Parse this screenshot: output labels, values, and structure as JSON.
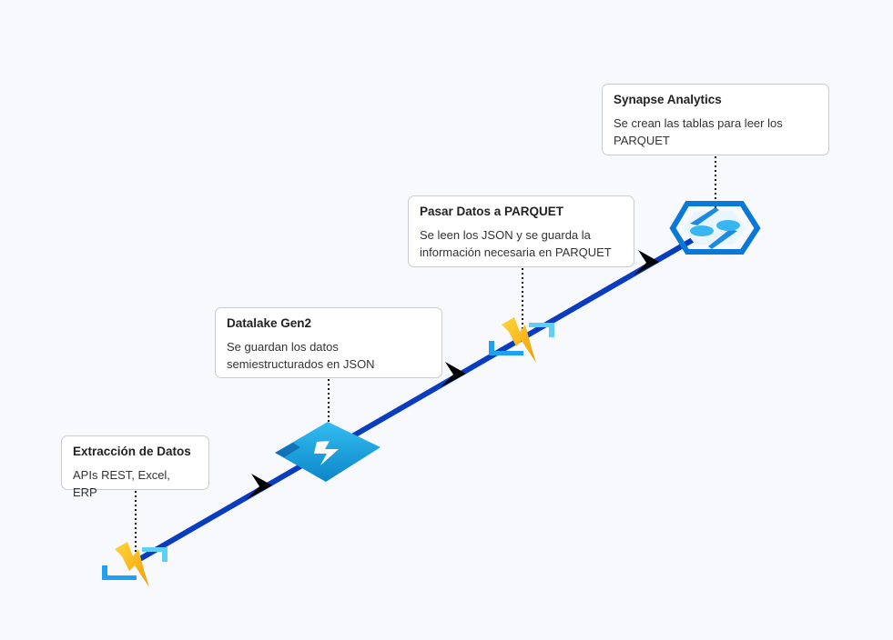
{
  "colors": {
    "background": "#f7f9fc",
    "connector": "#0a3cc0",
    "arrow": "#000000",
    "data_factory_yellow": "#f7c21a",
    "data_factory_orange": "#f2a007",
    "data_factory_blue": "#1ea1f2",
    "datalake_blue": "#1aa6dc",
    "synapse_blue": "#0a78d6"
  },
  "stages": [
    {
      "title": "Extracción de Datos",
      "description": "APIs REST, Excel, ERP",
      "icon": "data-factory-icon"
    },
    {
      "title": "Datalake Gen2",
      "description": "Se guardan los datos semiestructurados en JSON",
      "icon": "datalake-storage-icon"
    },
    {
      "title": "Pasar Datos a PARQUET",
      "description": "Se leen los JSON y se guarda la información necesaria en PARQUET",
      "icon": "data-factory-icon"
    },
    {
      "title": "Synapse Analytics",
      "description": "Se crean las tablas para leer los PARQUET",
      "icon": "synapse-analytics-icon"
    }
  ]
}
